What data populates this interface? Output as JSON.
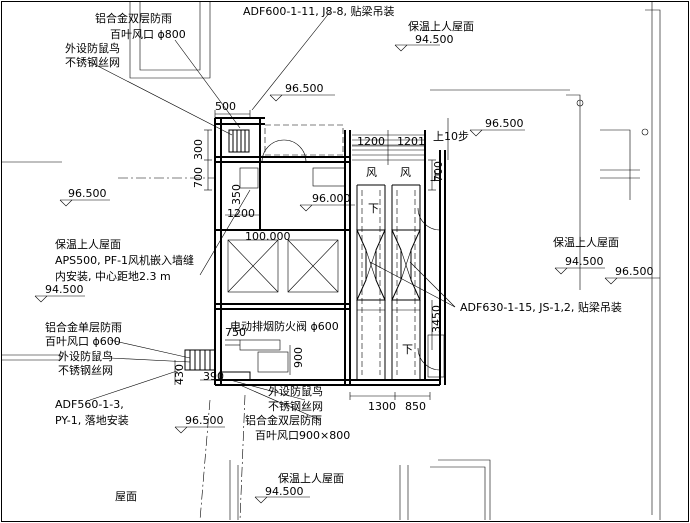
{
  "labels": {
    "alu_double_louver_800": [
      "铝合金双层防雨",
      "百叶风口 ϕ800"
    ],
    "mesh_top": [
      "外设防鼠鸟",
      "不锈钢丝网"
    ],
    "adf600": "ADF600-1-11, J8-8, 贴梁吊装",
    "insul_roof_top": "保温上人屋面",
    "elev_9450_top": "94.500",
    "elev_96500_a": "96.500",
    "elev_96500_b": "96.500",
    "elev_96500_left": "96.500",
    "elev_96000": "96.000",
    "elev_100000": "100.000",
    "up_10_steps": "上10步",
    "fan_a": "风",
    "fan_b": "风",
    "down_a": "下",
    "down_b": "下",
    "up_mark": "上",
    "insul_roof_left": "保温上人屋面",
    "aps500": [
      "APS500, PF-1风机嵌入墙缝",
      "内安装, 中心距地2.3 m"
    ],
    "elev_9450_left": "94.500",
    "insul_roof_right": "保温上人屋面",
    "elev_9450_right": "94.500",
    "elev_96500_right": "96.500",
    "adf630": "ADF630-1-15, JS-1,2, 贴梁吊装",
    "alu_single_louver_600": [
      "铝合金单层防雨",
      "百叶风口 ϕ600"
    ],
    "mesh_left": [
      "外设防鼠鸟",
      "不锈钢丝网"
    ],
    "fire_damper": "电动排烟防火阀 ϕ600",
    "adf560": [
      "ADF560-1-3,",
      "PY-1, 落地安装"
    ],
    "elev_96500_bottom": "96.500",
    "mesh_bottom": [
      "外设防鼠鸟",
      "不锈钢丝网"
    ],
    "alu_double_louver_900": [
      "铝合金双层防雨",
      "百叶风口900×800"
    ],
    "insul_roof_bottom": "保温上人屋面",
    "elev_9450_bottom": "94.500",
    "roof": "屋面"
  },
  "dimensions": {
    "d500": "500",
    "d700": "700",
    "d300": "300",
    "d350": "350",
    "d1200_left": "1200",
    "d1200_top": "1200",
    "d1201_top": "1201",
    "d700_right": "700",
    "d3450": "3450",
    "d750": "750",
    "d900": "900",
    "d430": "430",
    "d390": "390",
    "d1300": "1300",
    "d850": "850"
  }
}
